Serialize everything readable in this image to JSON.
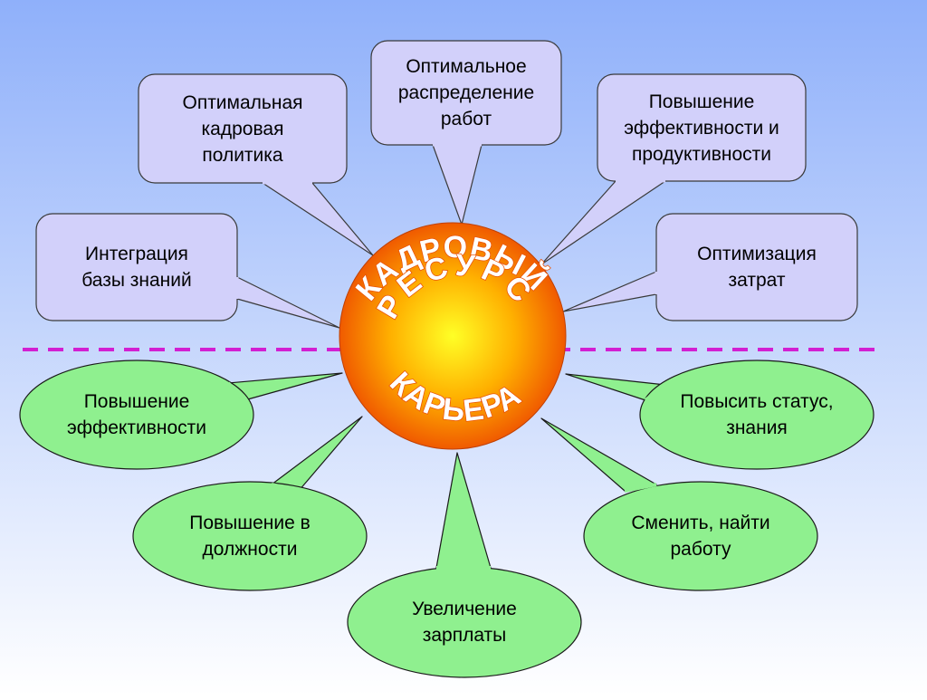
{
  "colors": {
    "bg_top": "#8fb0fa",
    "bg_bottom": "#ffffff",
    "rect_fill": "#d2d0fa",
    "rect_stroke": "#3a3a3a",
    "ellipse_fill": "#8ff08f",
    "ellipse_stroke": "#1a1a1a",
    "divider": "#d21fd2",
    "sun_center": "#ffff26",
    "sun_mid": "#ffb000",
    "sun_edge": "#f05a00",
    "sun_text_fill": "#ffffff",
    "sun_text_stroke": "#e85000"
  },
  "center": {
    "line1": "КАДРОВЫЙ",
    "line2": "РЕСУРС",
    "line3": "КАРЬЕРА"
  },
  "top_items": [
    {
      "text": "Интеграция\nбазы знаний"
    },
    {
      "text": "Оптимальная\nкадровая\nполитика"
    },
    {
      "text": "Оптимальное\nраспределение\nработ"
    },
    {
      "text": "Повышение\nэффективности  и\nпродуктивности"
    },
    {
      "text": "Оптимизация\nзатрат"
    }
  ],
  "bottom_items": [
    {
      "text": "Повышение\nэффективности"
    },
    {
      "text": "Повышение в\nдолжности"
    },
    {
      "text": "Увеличение\nзарплаты"
    },
    {
      "text": "Сменить, найти\nработу"
    },
    {
      "text": "Повысить статус,\nзнания"
    }
  ]
}
